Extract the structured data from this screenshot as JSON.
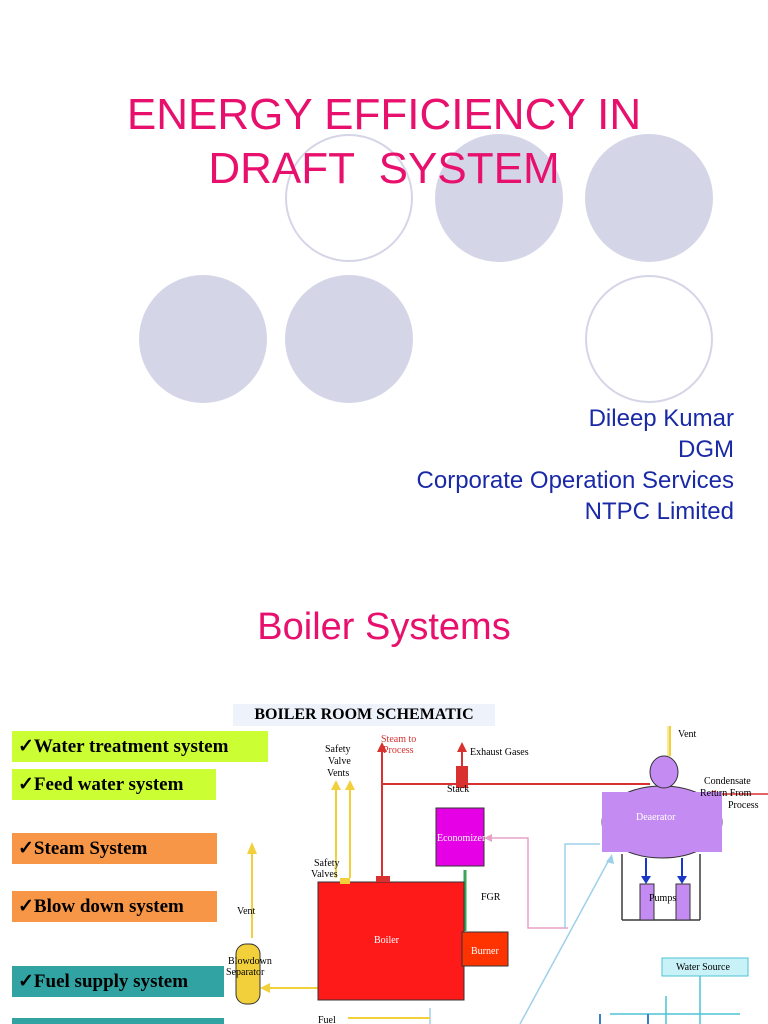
{
  "slide1": {
    "title_line1": "ENERGY EFFICIENCY IN",
    "title_line2": "DRAFT  SYSTEM",
    "author": {
      "name": "Dileep Kumar",
      "designation": "DGM",
      "department": "Corporate Operation Services",
      "organization": "NTPC Limited"
    }
  },
  "slide2": {
    "title": "Boiler Systems",
    "items": [
      "✓Water treatment system",
      "✓Feed water system",
      "✓Steam System",
      "✓Blow down system",
      "✓Fuel supply system"
    ],
    "schematic": {
      "title": "BOILER ROOM SCHEMATIC",
      "labels": {
        "safety_valve_vents": [
          "Safety",
          "Valve",
          "Vents"
        ],
        "steam_to_process": [
          "Steam to",
          "Process"
        ],
        "exhaust_gases": "Exhaust Gases",
        "vent_top": "Vent",
        "condensate_return": [
          "Condensate",
          "Return From",
          "Process"
        ],
        "stack": "Stack",
        "economizer": "Economizer",
        "deaerator": "Deaerator",
        "safety_valves": [
          "Safety",
          "Valves"
        ],
        "fgr": "FGR",
        "pumps": "Pumps",
        "vent_left": "Vent",
        "boiler": "Boiler",
        "burner": "Burner",
        "blowdown_separator": [
          "Blowdown",
          "Separator"
        ],
        "water_source": "Water Source",
        "fuel": "Fuel"
      }
    }
  },
  "colors": {
    "title": "#e8106d",
    "author": "#1a2aa6",
    "circle": "#d5d5e8",
    "lime": "#ccff33",
    "orange": "#f79646",
    "teal": "#31a3a3"
  }
}
